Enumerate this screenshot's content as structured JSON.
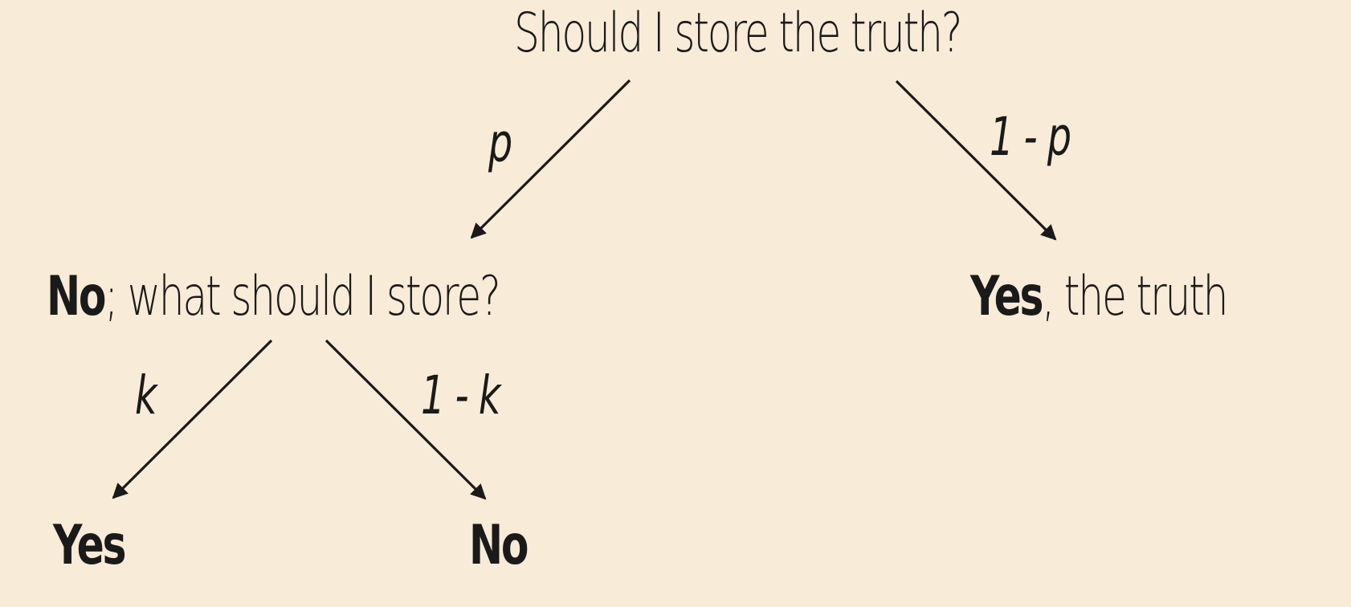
{
  "root": {
    "question": "Should I store the truth?"
  },
  "left": {
    "answer": "No",
    "rest": "; what should I store?"
  },
  "right": {
    "answer": "Yes",
    "rest": ", the truth"
  },
  "leaf_left": {
    "answer": "Yes"
  },
  "leaf_right": {
    "answer": "No"
  },
  "edges": {
    "root_left": "p",
    "root_right": "1 - p",
    "left_left": "k",
    "left_right": "1 - k"
  },
  "colors": {
    "background": "#f8ebd8",
    "ink": "#1a1a1a"
  }
}
